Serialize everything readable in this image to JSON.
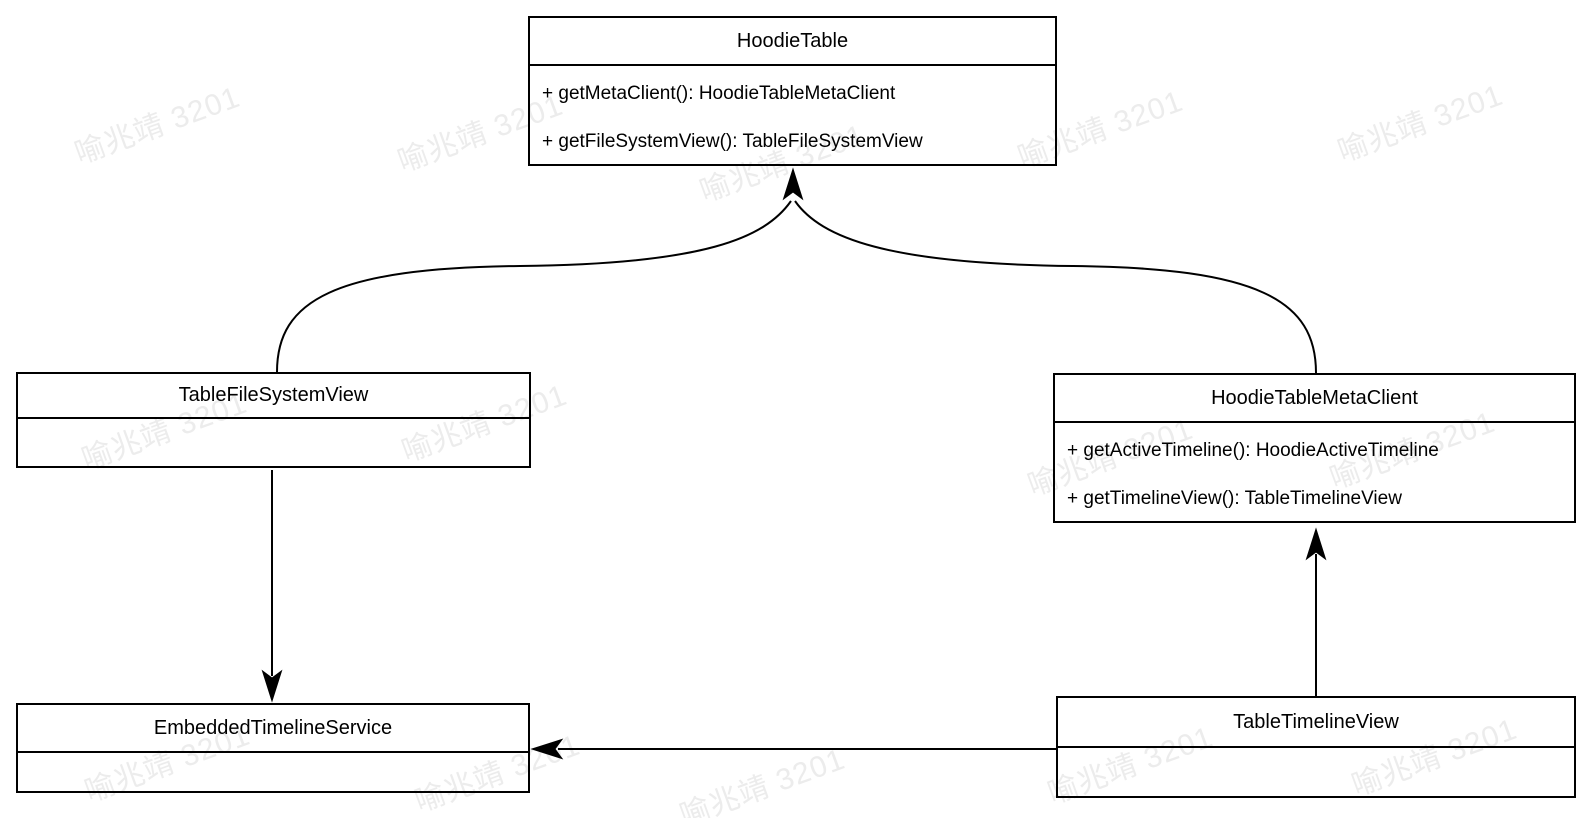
{
  "diagram": {
    "type": "uml-class-diagram",
    "classes": [
      {
        "name": "HoodieTable",
        "methods": [
          "+ getMetaClient(): HoodieTableMetaClient",
          "+ getFileSystemView(): TableFileSystemView"
        ]
      },
      {
        "name": "TableFileSystemView",
        "methods": []
      },
      {
        "name": "HoodieTableMetaClient",
        "methods": [
          "+ getActiveTimeline(): HoodieActiveTimeline",
          "+ getTimelineView(): TableTimelineView"
        ]
      },
      {
        "name": "EmbeddedTimelineService",
        "methods": []
      },
      {
        "name": "TableTimelineView",
        "methods": []
      }
    ],
    "relations": [
      {
        "from": "TableFileSystemView",
        "to": "HoodieTable",
        "style": "curved-arrow"
      },
      {
        "from": "HoodieTableMetaClient",
        "to": "HoodieTable",
        "style": "curved-arrow"
      },
      {
        "from": "TableFileSystemView",
        "to": "EmbeddedTimelineService",
        "style": "straight-arrow"
      },
      {
        "from": "TableTimelineView",
        "to": "HoodieTableMetaClient",
        "style": "straight-arrow"
      },
      {
        "from": "TableTimelineView",
        "to": "EmbeddedTimelineService",
        "style": "straight-arrow"
      }
    ],
    "colors": {
      "background": "#ffffff",
      "stroke": "#000000",
      "text": "#000000",
      "watermark": "#ececec"
    }
  },
  "watermark": {
    "text": "喻兆靖 3201"
  }
}
